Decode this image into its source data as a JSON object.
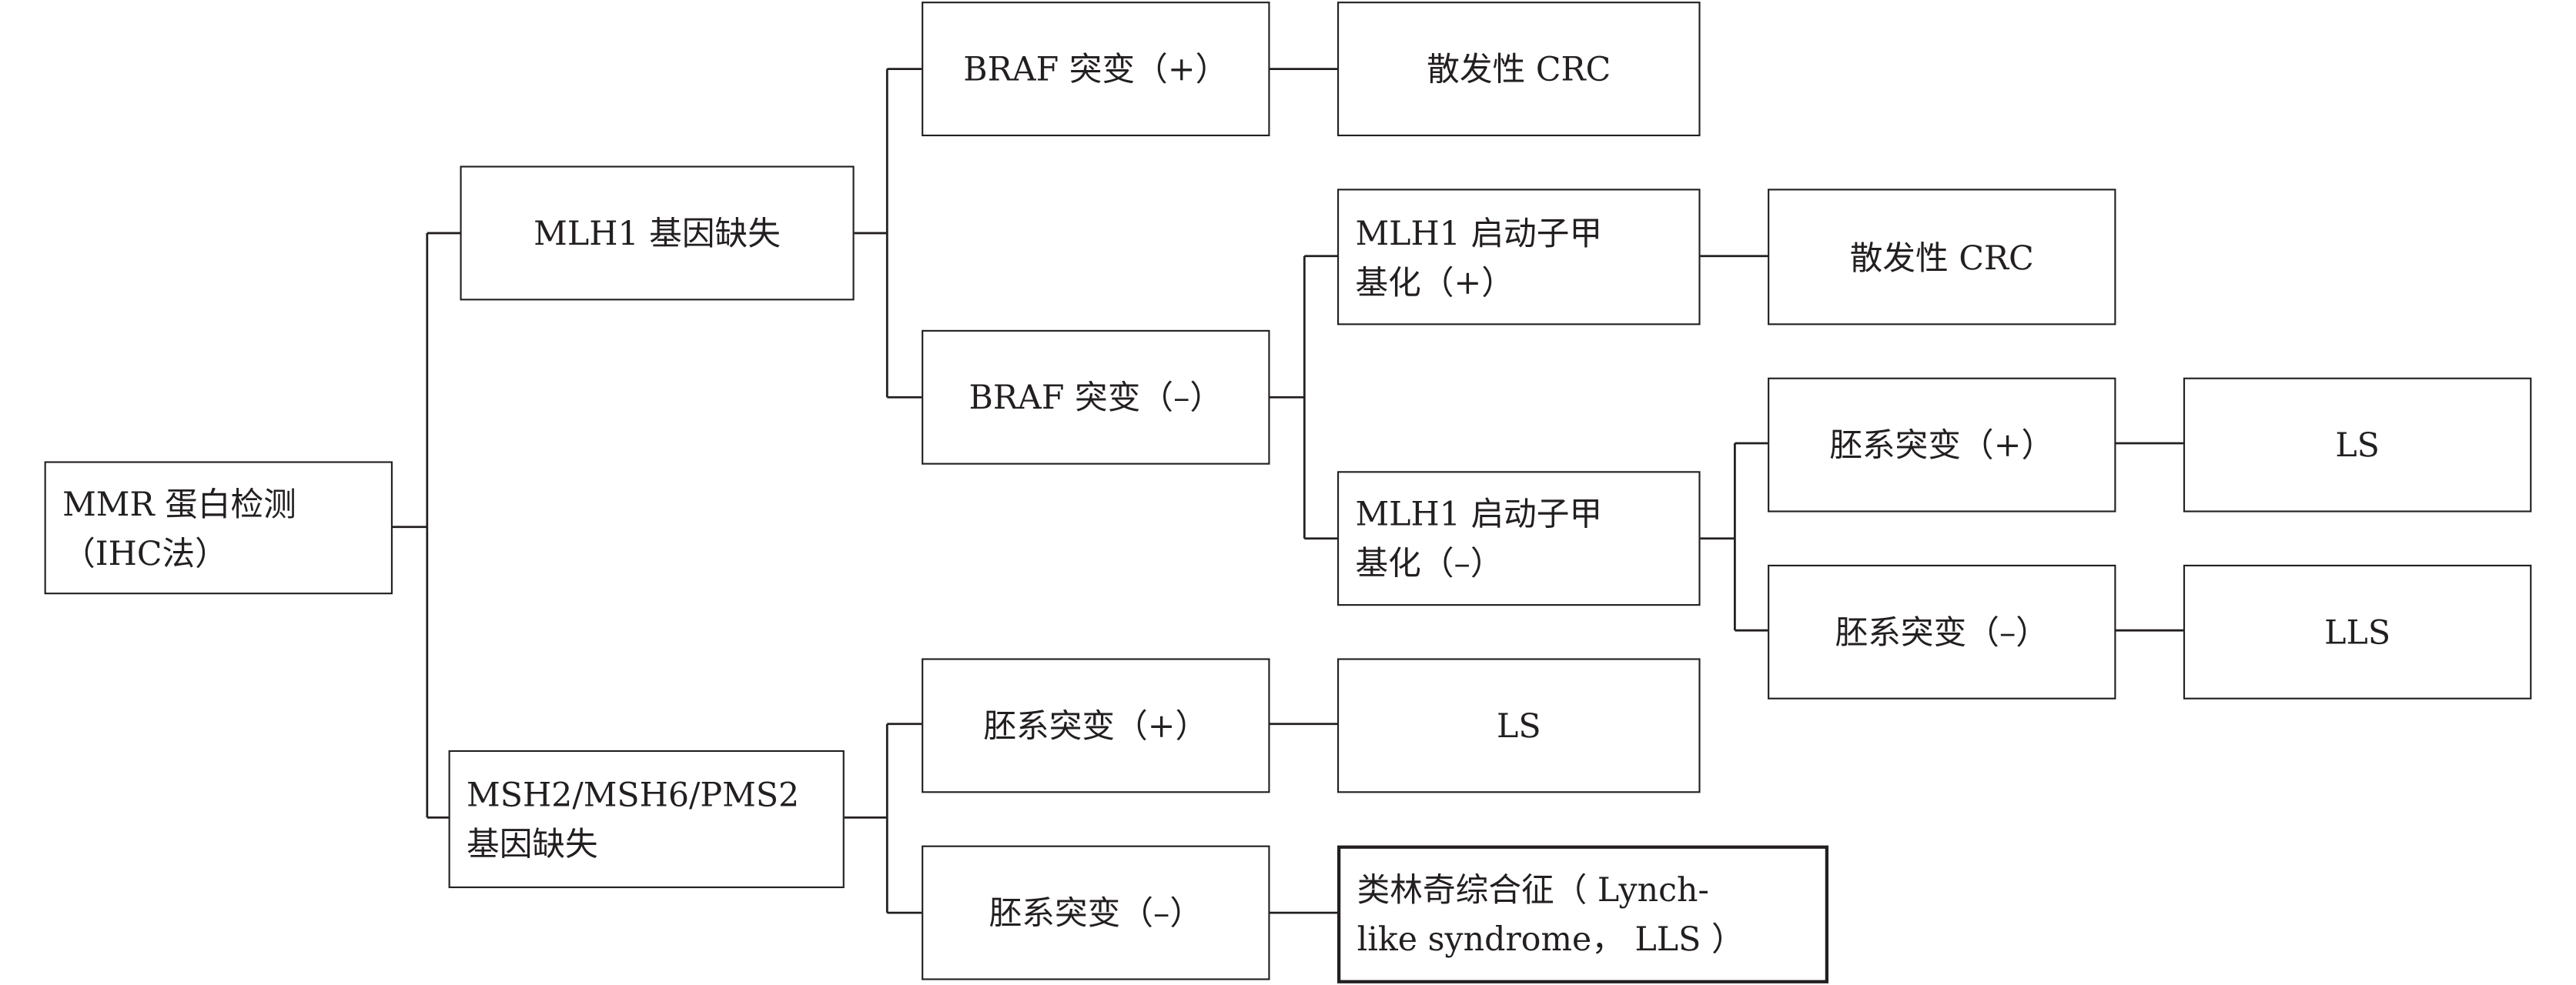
{
  "nodes": {
    "mmr_ihc": "MMR 蛋白检测\n（IHC法）",
    "mlh1_loss": "MLH1 基因缺失",
    "msh_loss": "MSH2/MSH6/PMS2\n基因缺失",
    "braf_pos": "BRAF 突变（+）",
    "braf_neg": "BRAF 突变（–）",
    "sporadic_1": "散发性 CRC",
    "mlh1_meth_pos": "MLH1 启动子甲\n基化（+）",
    "mlh1_meth_neg": "MLH1 启动子甲\n基化（–）",
    "sporadic_2": "散发性 CRC",
    "germline_pos_a": "胚系突变（+）",
    "germline_neg_a": "胚系突变（–）",
    "ls_a": "LS",
    "lls_a": "LLS",
    "germline_pos_b": "胚系突变（+）",
    "germline_neg_b": "胚系突变（–）",
    "ls_b": "LS",
    "lynch_like": "类林奇综合征（ Lynch-\nlike syndrome， LLS ）"
  }
}
